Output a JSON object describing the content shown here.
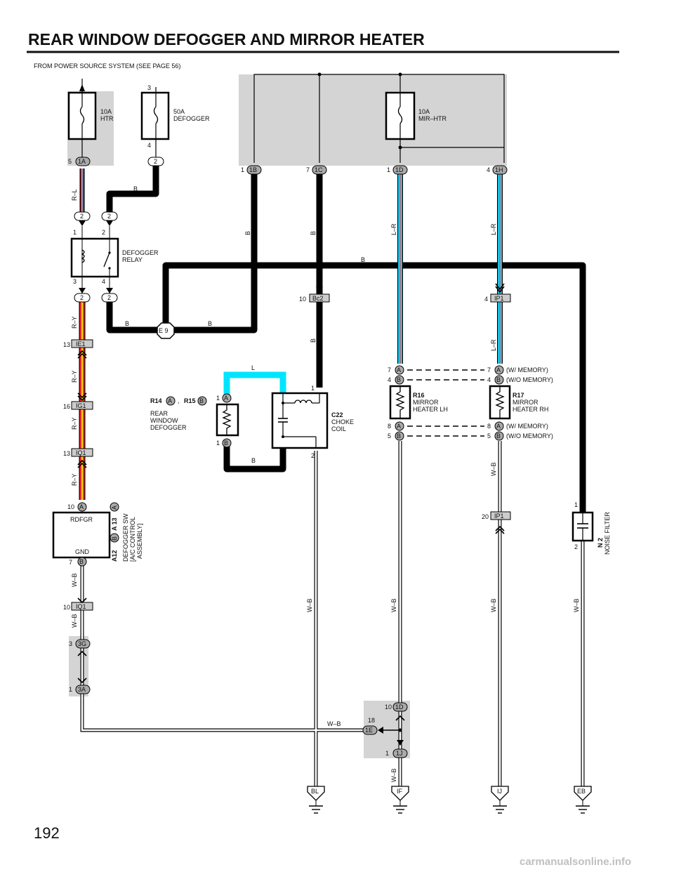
{
  "page": {
    "title": "REAR WINDOW DEFOGGER AND MIRROR HEATER",
    "page_number": "192",
    "watermark": "carmanualsonline.info",
    "source_note": "FROM POWER SOURCE SYSTEM (SEE PAGE 56)"
  },
  "fuses": {
    "htr": {
      "line1": "10A",
      "line2": "HTR"
    },
    "defogger": {
      "line1": "50A",
      "line2": "DEFOGGER",
      "pin_top": "3",
      "pin_bottom": "4"
    },
    "mir_htr": {
      "line1": "10A",
      "line2": "MIR–HTR"
    }
  },
  "relay": {
    "line1": "DEFOGGER",
    "line2": "RELAY",
    "pin1": "1",
    "pin2": "2",
    "pin3": "3",
    "pin4": "4"
  },
  "connectors": {
    "c1A": {
      "num": "5",
      "label": "1A"
    },
    "c2": {
      "label": "2"
    },
    "c1B": {
      "num": "1",
      "label": "1B"
    },
    "c1C": {
      "num": "7",
      "label": "1C"
    },
    "c1D_top": {
      "num": "1",
      "label": "1D"
    },
    "c1H": {
      "num": "4",
      "label": "1H"
    },
    "relay_in_l": {
      "label": "2"
    },
    "relay_in_r": {
      "label": "2"
    },
    "relay_out_l": {
      "label": "2"
    },
    "relay_out_r": {
      "label": "2"
    },
    "bc2": {
      "num": "10",
      "label": "Bc2"
    },
    "ip1_top": {
      "num": "4",
      "label": "IP1"
    },
    "ie1": {
      "num": "13",
      "label": "IE1"
    },
    "ig1": {
      "num": "16",
      "label": "IG1"
    },
    "iq1_top": {
      "num": "13",
      "label": "IQ1"
    },
    "iq1_bot": {
      "num": "10",
      "label": "IQ1"
    },
    "c3G": {
      "num": "3",
      "label": "3G"
    },
    "c3A": {
      "num": "1",
      "label": "3A"
    },
    "c1D_bot": {
      "num": "10",
      "label": "1D"
    },
    "c1E": {
      "num": "18",
      "label": "1E"
    },
    "c1J": {
      "num": "1",
      "label": "1J"
    },
    "ip1_bot": {
      "num": "20",
      "label": "IP1"
    },
    "e9": {
      "label": "E 9"
    }
  },
  "wires": {
    "r_l": "R–L",
    "b": "B",
    "r_y": "R–Y",
    "l_r": "L–R",
    "w_b": "W–B",
    "l": "L"
  },
  "defogger_element": {
    "id1": "R14",
    "id2": "R15",
    "conn_a": "A",
    "conn_b": "B",
    "sep": ",",
    "name_lines": [
      "REAR",
      "WINDOW",
      "DEFOGGER"
    ],
    "pin_a": "1",
    "pin_b": "1"
  },
  "choke": {
    "id": "C22",
    "line1": "CHOKE",
    "line2": "COIL",
    "pin1": "1",
    "pin2": "2"
  },
  "switch": {
    "top_label": "RDFGR",
    "bottom_label": "GND",
    "pin_top": "10",
    "pin_top_conn": "A",
    "pin_bottom": "7",
    "pin_bottom_conn": "B",
    "id_a": "A 13",
    "id_b": "A12",
    "conn_a": "A",
    "conn_b": "B",
    "name_lines": [
      "DEFOGGER SW",
      "[A/C CONTROL",
      "ASSEMBLY]"
    ]
  },
  "mirror_lh": {
    "id": "R16",
    "line1": "MIRROR",
    "line2": "HEATER LH",
    "p7": "7",
    "p4": "4",
    "p8": "8",
    "p5": "5",
    "ca": "A",
    "cb": "B"
  },
  "mirror_rh": {
    "id": "R17",
    "line1": "MIRROR",
    "line2": "HEATER RH",
    "p7": "7",
    "p4": "4",
    "p8": "8",
    "p5": "5",
    "ca": "A",
    "cb": "B",
    "note_w_memory": "(W/ MEMORY)",
    "note_wo_memory": "(W/O MEMORY)"
  },
  "noise_filter": {
    "id": "N 2",
    "name": "NOISE FILTER",
    "pin1": "1",
    "pin2": "2"
  },
  "grounds": {
    "bl": "BL",
    "if": "IF",
    "ij": "IJ",
    "eb": "EB"
  }
}
